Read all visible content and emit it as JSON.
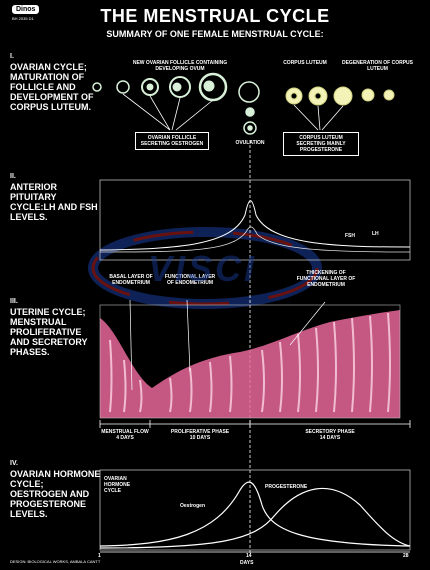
{
  "brand": {
    "name": "Dinos",
    "code": "BH 2035 D1"
  },
  "title": "THE MENSTRUAL CYCLE",
  "subtitle": "SUMMARY OF ONE FEMALE MENSTRUAL CYCLE:",
  "section1": {
    "num": "I.",
    "label": "OVARIAN CYCLE; MATURATION OF FOLLICLE AND DEVELOPMENT OF CORPUS LUTEUM.",
    "follicle_header": "NEW OVARIAN FOLLICLE CONTAINING DEVELOPING OVUM",
    "corpus_header": "CORPUS LUTEUM",
    "degeneration_header": "DEGENERATION OF CORPUS LUTEUM",
    "box_follicle": "OVARIAN FOLLICLE SECRETING OESTROGEN",
    "ovulation": "OVULATION",
    "box_corpus": "CORPUS LUTEUM SECRETING MAINLY PROGESTERONE"
  },
  "section2": {
    "num": "II.",
    "label": "ANTERIOR PITUITARY CYCLE:LH AND FSH LEVELS.",
    "fsh": "FSH",
    "lh": "LH"
  },
  "section3": {
    "num": "III.",
    "label": "UTERINE CYCLE; MENSTRUAL PROLIFERATIVE AND SECRETORY PHASES.",
    "basal": "BASAL LAYER OF ENDOMETRIUM",
    "functional": "FUNCTIONAL LAYER OF ENDOMETRIUM",
    "thickening": "THICKENING OF FUNCTIONAL LAYER OF ENDOMETRIUM",
    "phases": [
      {
        "name": "MENSTRUAL FLOW",
        "days": "4 DAYS"
      },
      {
        "name": "PROLIFERATIVE PHASE",
        "days": "10 DAYS"
      },
      {
        "name": "SECRETORY PHASE",
        "days": "14 DAYS"
      }
    ]
  },
  "section4": {
    "num": "IV.",
    "label": "OVARIAN HORMONE CYCLE; OESTROGEN AND PROGESTERONE LEVELS.",
    "inner_label": "OVARIAN HORMONE CYCLE",
    "oestrogen": "Oestrogen",
    "progesterone": "PROGESTERONE",
    "axis": {
      "ticks": [
        "1",
        "14",
        "28"
      ],
      "label": "DAYS"
    }
  },
  "watermark": "VISCI",
  "footer": "DESIGN: BIOLOGICAL WORKS, AMBALA CANTT",
  "colors": {
    "tissue": "#e8679a",
    "tissue_light": "#f4b8d0",
    "corpus": "#f3f3b8",
    "watermark": "#1a3fa0",
    "watermark_red": "#c0201a"
  }
}
